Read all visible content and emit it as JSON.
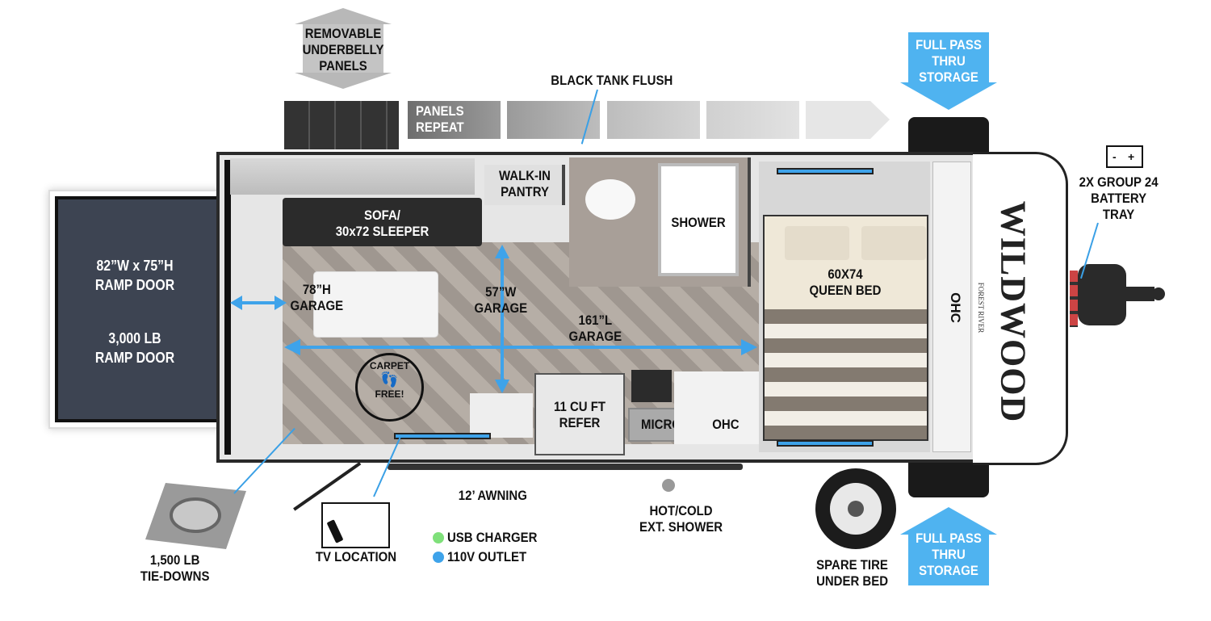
{
  "top": {
    "underbelly_label": [
      "REMOVABLE",
      "UNDERBELLY",
      "PANELS"
    ],
    "panels_repeat_label": [
      "PANELS",
      "REPEAT"
    ],
    "black_tank_label": "BLACK TANK FLUSH",
    "pass_thru_top": [
      "FULL PASS",
      "THRU",
      "STORAGE"
    ]
  },
  "ramp_door": {
    "size_label": [
      "82”W x 75”H",
      "RAMP DOOR"
    ],
    "weight_label": [
      "3,000 LB",
      "RAMP DOOR"
    ]
  },
  "interior": {
    "sofa_label": [
      "SOFA/",
      "30x72 SLEEPER"
    ],
    "pantry_label": [
      "WALK-IN",
      "PANTRY"
    ],
    "shower_label": "SHOWER",
    "garage_height": [
      "78”H",
      "GARAGE"
    ],
    "garage_width": [
      "57”W",
      "GARAGE"
    ],
    "garage_length": [
      "161”L",
      "GARAGE"
    ],
    "carpet_free_badge": [
      "CARPET",
      "FREE!"
    ],
    "refer_label": [
      "11 CU FT",
      "REFER"
    ],
    "micro_label": "MICRO",
    "ohc_kitchen_label": "OHC",
    "bed_label": [
      "60X74",
      "QUEEN BED"
    ],
    "ohc_front_label": "OHC"
  },
  "front": {
    "battery_label": [
      "2X GROUP 24",
      "BATTERY",
      "TRAY"
    ],
    "battery_icon": "battery-icon",
    "logo_text": "WILDWOOD",
    "logo_subtext": "FOREST RIVER"
  },
  "bottom": {
    "tie_downs_label": [
      "1,500 LB",
      "TIE-DOWNS"
    ],
    "tv_label": "TV LOCATION",
    "awning_label": "12’ AWNING",
    "ext_shower_label": [
      "HOT/COLD",
      "EXT. SHOWER"
    ],
    "spare_tire_label": [
      "SPARE TIRE",
      "UNDER BED"
    ],
    "pass_thru_bottom": [
      "FULL PASS",
      "THRU",
      "STORAGE"
    ]
  },
  "legend": [
    {
      "label": "USB CHARGER",
      "color": "#7fe07a"
    },
    {
      "label": "110V OUTLET",
      "color": "#3ea3ea"
    }
  ],
  "colors": {
    "accent_blue": "#4fb3f0",
    "ramp_door": "#3d4452",
    "floor": "#a8a09a"
  }
}
